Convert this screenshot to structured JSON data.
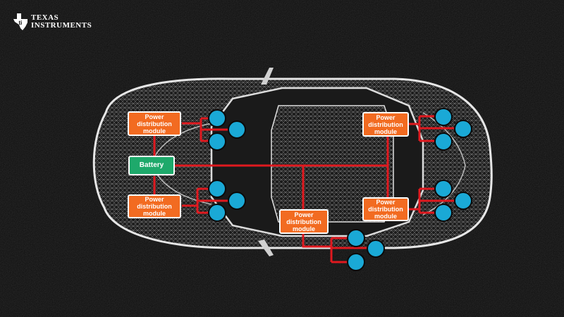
{
  "brand": {
    "line1": "TEXAS",
    "line2": "INSTRUMENTS"
  },
  "diagram": {
    "battery_label": "Battery",
    "pdm_label_line1": "Power",
    "pdm_label_line2": "distribution",
    "pdm_label_line3": "module",
    "colors": {
      "background": "#0d0d0d",
      "wire": "#e0191f",
      "module": "#f26b21",
      "battery": "#1ea96b",
      "load": "#1aa9d6",
      "car_mesh": "#cfcfcf"
    }
  }
}
